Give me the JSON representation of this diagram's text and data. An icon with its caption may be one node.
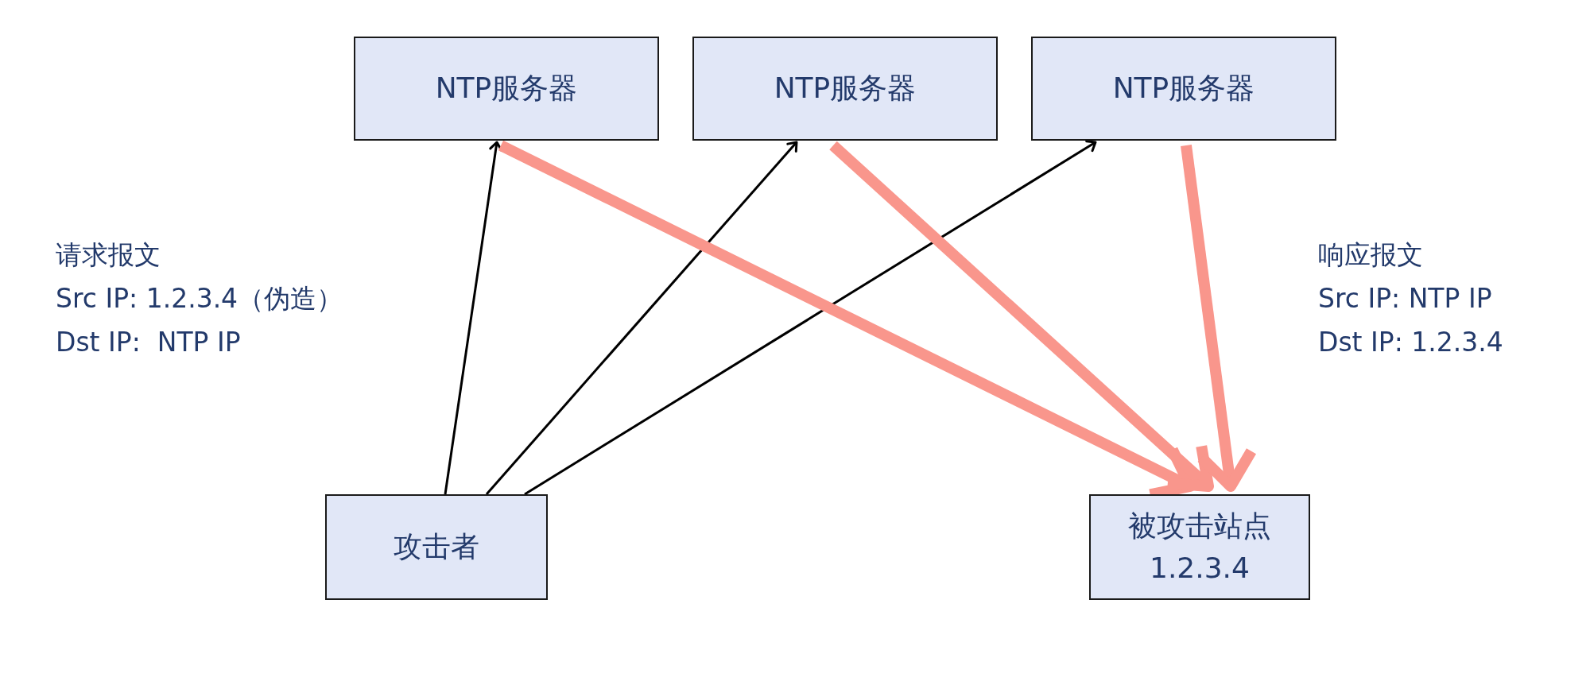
{
  "diagram": {
    "nodes": [
      {
        "text": [
          "NTP服务器"
        ]
      },
      {
        "text": [
          "NTP服务器"
        ]
      },
      {
        "text": [
          "NTP服务器"
        ]
      },
      {
        "text": [
          "攻击者"
        ]
      },
      {
        "text": [
          "被攻击站点",
          "1.2.3.4"
        ]
      }
    ],
    "edges": [
      {
        "from": 3,
        "to": 0,
        "arrow": "to"
      },
      {
        "from": 3,
        "to": 1,
        "arrow": "to"
      },
      {
        "from": 3,
        "to": 2,
        "arrow": "to"
      },
      {
        "from": 0,
        "to": 4,
        "arrow": "to",
        "style": "thick",
        "color": "#f9968c"
      },
      {
        "from": 1,
        "to": 4,
        "arrow": "to",
        "style": "thick",
        "color": "#f9968c"
      },
      {
        "from": 2,
        "to": 4,
        "arrow": "to",
        "style": "thick",
        "color": "#f9968c"
      }
    ],
    "labels": [
      "请求报文",
      "Src IP: 1.2.3.4（伪造）",
      "Dst IP:  NTP IP",
      "响应报文",
      "Src IP: NTP IP",
      "Dst IP: 1.2.3.4"
    ]
  }
}
